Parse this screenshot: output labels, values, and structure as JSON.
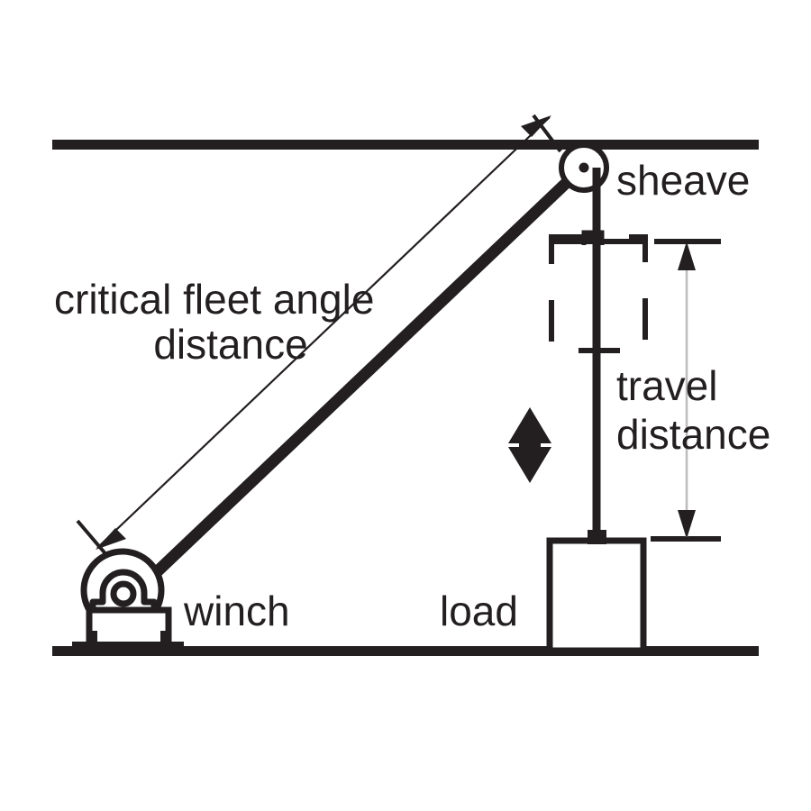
{
  "diagram": {
    "title": "Winch and sheave fleet angle diagram",
    "type": "technical-line-diagram",
    "background_color": "#ffffff",
    "line_color": "#231f20",
    "thin_line_color": "#bcbcbc",
    "labels": {
      "sheave": "sheave",
      "winch": "winch",
      "load": "load",
      "fleet_angle_line1": "critical fleet angle",
      "fleet_angle_line2": "distance",
      "travel_line1": "travel",
      "travel_line2": "distance"
    },
    "components": {
      "ceiling": "ceiling-beam",
      "ground": "ground-line",
      "sheave": "sheave-pulley",
      "winch": "winch-drum",
      "load": "load-block",
      "cable_diagonal": "hoist-cable-diagonal",
      "cable_vertical": "hoist-cable-vertical",
      "phantom_load": "phantom-load-outline",
      "travel_dimension": "travel-distance-dimension",
      "fleet_leader": "fleet-angle-leader",
      "motion_arrow": "vertical-double-arrow"
    }
  }
}
